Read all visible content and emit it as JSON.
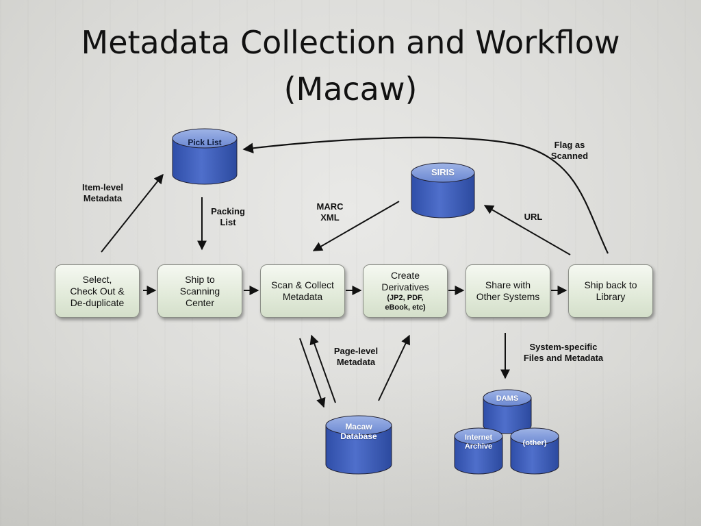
{
  "slide": {
    "title_line1": "Metadata Collection and Workflow",
    "title_line2": "(Macaw)"
  },
  "process_steps": [
    {
      "id": "select",
      "lines": [
        "Select,",
        "Check Out &",
        "De-duplicate"
      ]
    },
    {
      "id": "ship",
      "lines": [
        "Ship to",
        "Scanning",
        "Center"
      ]
    },
    {
      "id": "scan",
      "lines": [
        "Scan & Collect",
        "Metadata"
      ]
    },
    {
      "id": "derivatives",
      "lines": [
        "Create",
        "Derivatives"
      ],
      "sub": "(JP2, PDF,\neBook, etc)"
    },
    {
      "id": "share",
      "lines": [
        "Share with",
        "Other Systems"
      ]
    },
    {
      "id": "shipback",
      "lines": [
        "Ship back to",
        "Library"
      ]
    }
  ],
  "databases": {
    "pick_list": "Pick List",
    "siris": "SIRIS",
    "macaw_db_line1": "Macaw",
    "macaw_db_line2": "Database",
    "dams": "DAMS",
    "internet_archive_line1": "Internet",
    "internet_archive_line2": "Archive",
    "other": "(other)"
  },
  "edge_labels": {
    "item_level_1": "Item-level",
    "item_level_2": "Metadata",
    "packing_1": "Packing",
    "packing_2": "List",
    "marc_1": "MARC",
    "marc_2": "XML",
    "url": "URL",
    "flag_1": "Flag as",
    "flag_2": "Scanned",
    "page_level_1": "Page-level",
    "page_level_2": "Metadata",
    "system_1": "System-specific",
    "system_2": "Files and Metadata"
  },
  "colors": {
    "db_top": "#7f9ad8",
    "db_body": "#3d5cb8",
    "process_fill": "#e3ebdb",
    "arrow": "#111111"
  }
}
